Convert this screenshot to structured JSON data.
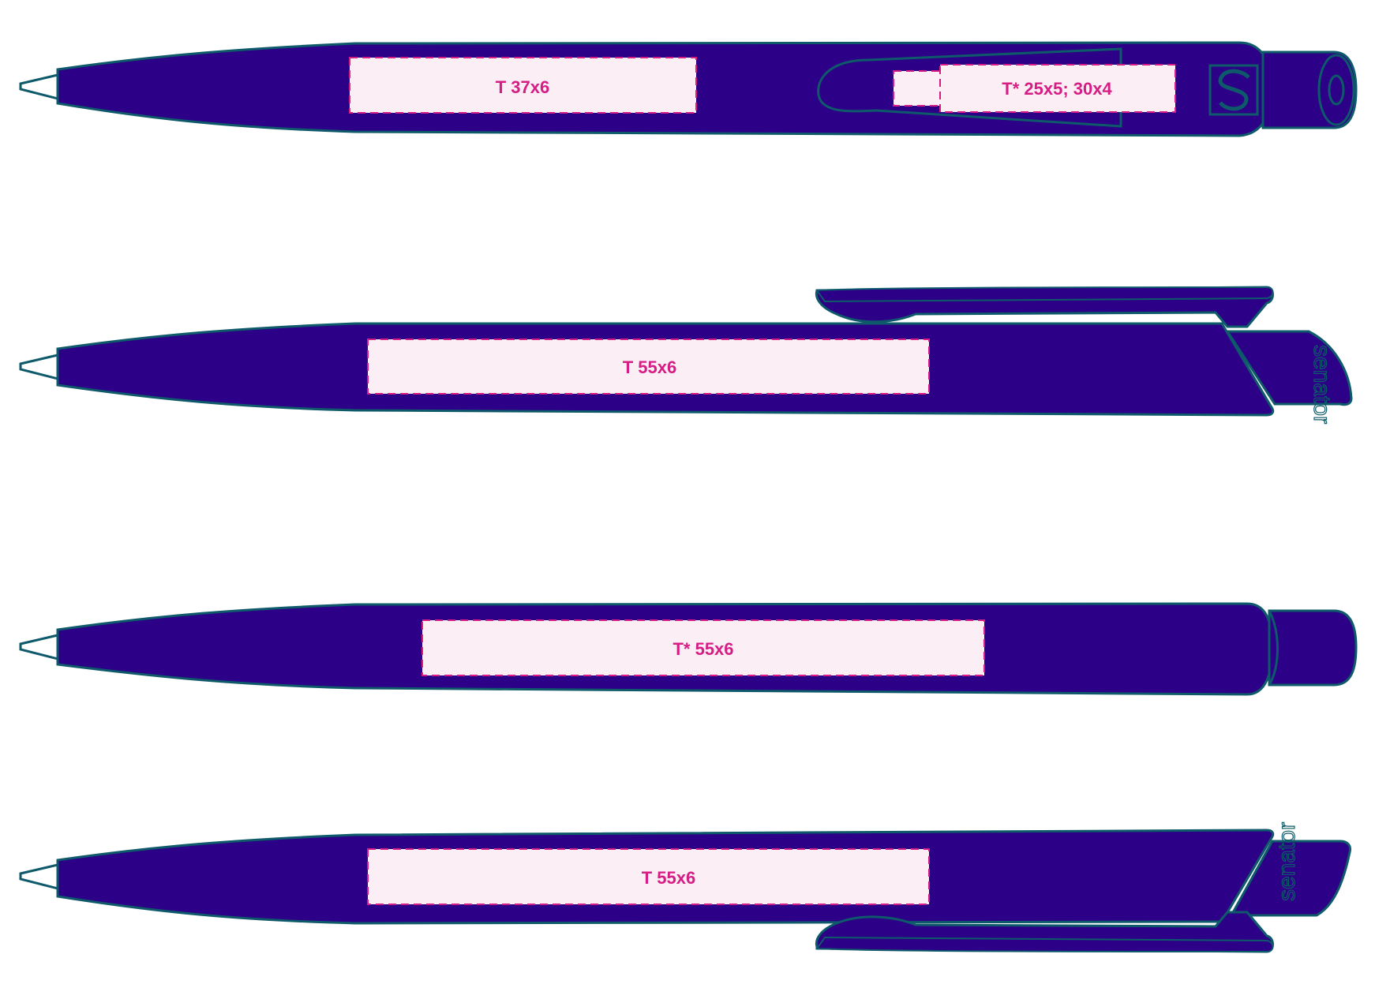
{
  "colors": {
    "pen_body": "#2c0087",
    "pen_outline": "#0e5a6a",
    "tip_fill": "#ffffff",
    "zone_fill": "#fbeef5",
    "zone_dash": "#d61d84",
    "label": "#d61d84"
  },
  "pens": [
    {
      "view": "front-with-clip",
      "zones": [
        {
          "label": "T 37x6"
        },
        {
          "label": "T* 25x5; 30x4"
        }
      ],
      "icons": [
        "senator-logo-icon",
        "push-button-end-icon"
      ]
    },
    {
      "view": "side-clip-top",
      "zones": [
        {
          "label": "T 55x6"
        }
      ],
      "clip_brand": "senator"
    },
    {
      "view": "back",
      "zones": [
        {
          "label": "T* 55x6"
        }
      ]
    },
    {
      "view": "side-clip-bottom",
      "zones": [
        {
          "label": "T 55x6"
        }
      ],
      "clip_brand": "senator"
    }
  ]
}
